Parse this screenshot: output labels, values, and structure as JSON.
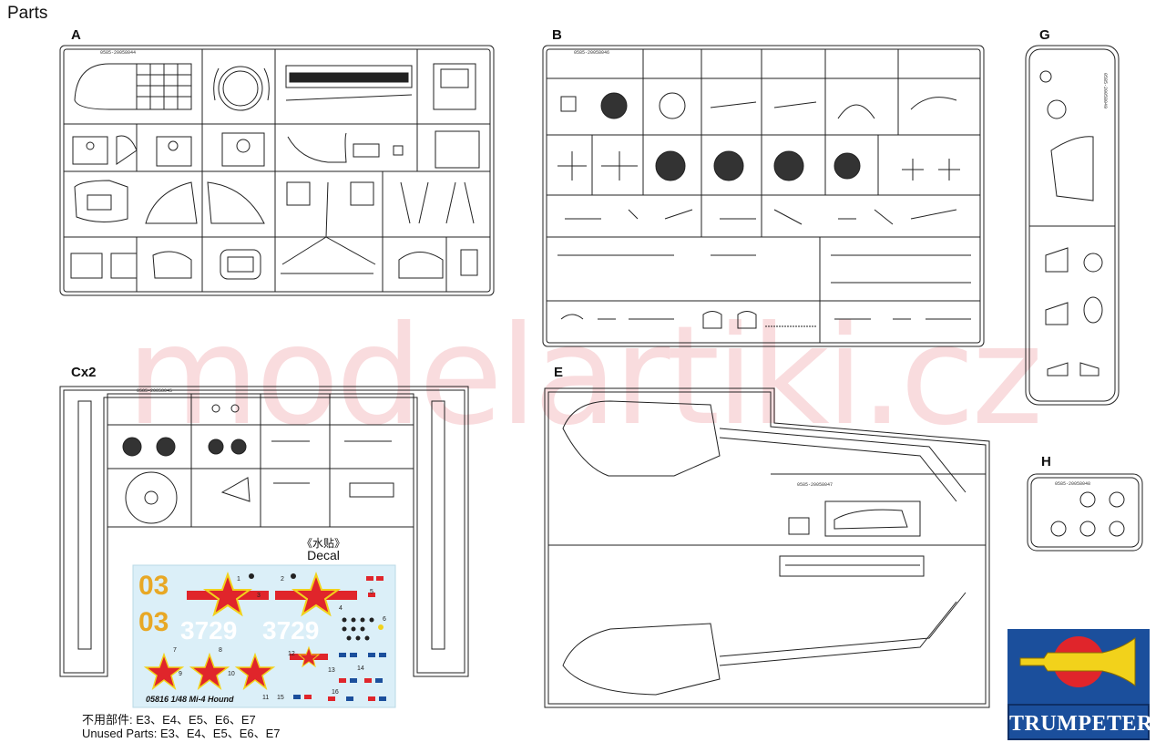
{
  "page": {
    "title": "Parts",
    "watermark": "modelartiki.cz"
  },
  "sprues": {
    "a": {
      "label": "A",
      "code": "0585-20058044"
    },
    "b": {
      "label": "B",
      "code": "0585-20058046"
    },
    "g": {
      "label": "G",
      "code": "0585-20058049"
    },
    "cx2": {
      "label": "Cx2",
      "code": "0585-20058045"
    },
    "e": {
      "label": "E",
      "code": "0585-20058047"
    },
    "h": {
      "label": "H",
      "code": "0585-20058048"
    }
  },
  "decal": {
    "title_cn": "《水贴》",
    "title_en": "Decal",
    "serial_big": "03",
    "serial_small": "03",
    "tail_number": "3729",
    "caption": "05816 1/48   Mi-4 Hound",
    "numbers": [
      "1",
      "2",
      "3",
      "4",
      "5",
      "6",
      "7",
      "8",
      "9",
      "10",
      "11",
      "12",
      "13",
      "14",
      "15",
      "16"
    ]
  },
  "unused_parts": {
    "line_cn": "不用部件: E3、E4、E5、E6、E7",
    "line_en": "Unused Parts: E3、E4、E5、E6、E7"
  },
  "brand": {
    "name": "TRUMPETER",
    "colors": {
      "red": "#e0252b",
      "blue": "#1b4f9c",
      "yellow": "#f2d21b"
    }
  }
}
